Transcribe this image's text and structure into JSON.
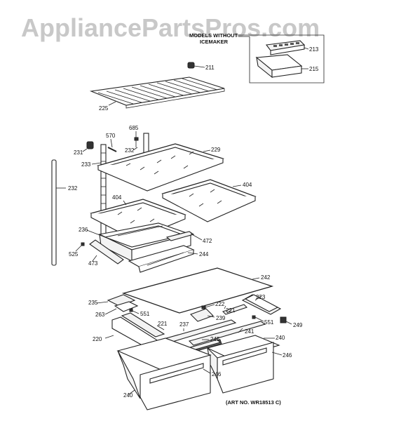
{
  "watermark": "AppliancePartsPros.com",
  "inset_title_line1": "MODELS WITHOUT",
  "inset_title_line2": "ICEMAKER",
  "art_number": "(ART NO. WR18513 C)",
  "callouts": {
    "c213": "213",
    "c215": "215",
    "c211": "211",
    "c225": "225",
    "c685": "685",
    "c570": "570",
    "c231": "231",
    "c232a": "232",
    "c233": "233",
    "c229": "229",
    "c232b": "232",
    "c404a": "404",
    "c404b": "404",
    "c236": "236",
    "c472": "472",
    "c525": "525",
    "c473": "473",
    "c244": "244",
    "c242": "242",
    "c235": "235",
    "c223": "223",
    "c263": "263",
    "c551a": "551",
    "c222": "222",
    "c221a": "221",
    "c239": "239",
    "c551b": "551",
    "c221b": "221",
    "c249": "249",
    "c237": "237",
    "c220": "220",
    "c241": "241",
    "c240a": "240",
    "c245": "245",
    "c246a": "246",
    "c246b": "246",
    "c240b": "240"
  }
}
